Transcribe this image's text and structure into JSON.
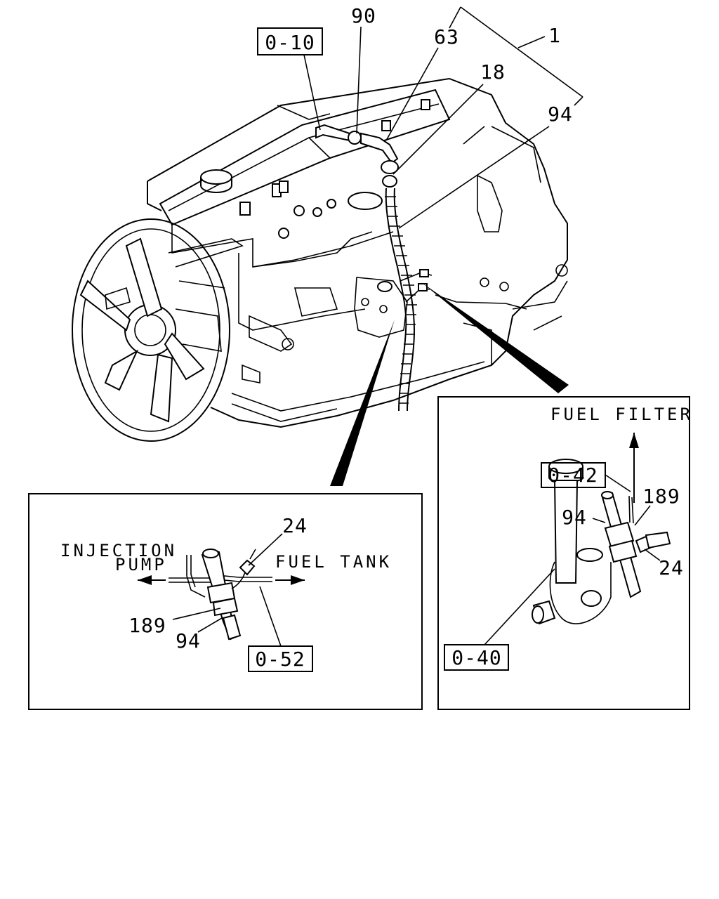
{
  "callouts": {
    "ref_0_10": "0-10",
    "p90": "90",
    "p63": "63",
    "p1": "1",
    "p18": "18",
    "p94_main": "94"
  },
  "left_detail": {
    "injection_line1": "INJECTION",
    "injection_line2": "PUMP",
    "fuel_tank": "FUEL TANK",
    "p24": "24",
    "p189": "189",
    "p94": "94",
    "ref_0_52": "0-52"
  },
  "right_detail": {
    "fuel_filter": "FUEL FILTER",
    "ref_0_42": "0-42",
    "p189": "189",
    "p94": "94",
    "p24": "24",
    "ref_0_40": "0-40"
  }
}
